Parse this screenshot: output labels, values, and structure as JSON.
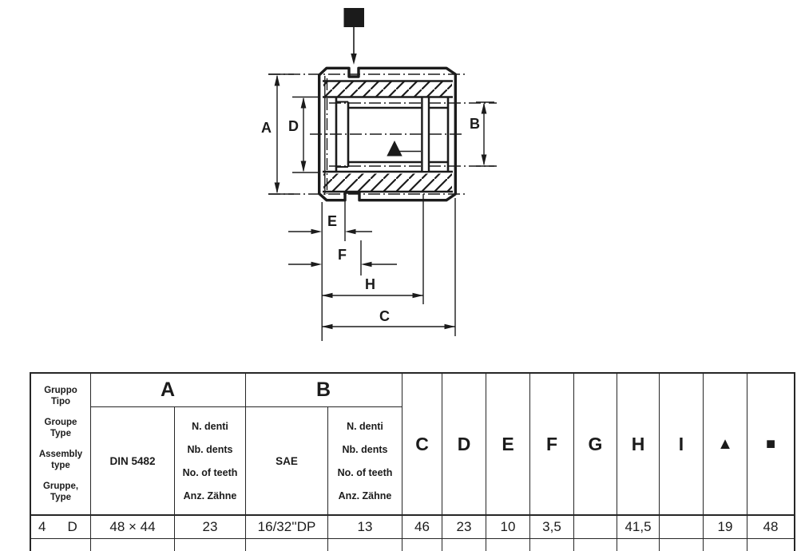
{
  "drawing": {
    "dim_labels": {
      "A": "A",
      "B": "B",
      "C": "C",
      "D": "D",
      "E": "E",
      "F": "F",
      "H": "H"
    },
    "markers": {
      "triangle": "▲",
      "square": "■"
    }
  },
  "table": {
    "group_header": [
      [
        "Gruppo",
        "Tipo"
      ],
      [
        "Groupe",
        "Type"
      ],
      [
        "Assembly",
        "type"
      ],
      [
        "Gruppe,",
        "Type"
      ]
    ],
    "col_a": {
      "letter": "A",
      "standard": "DIN 5482",
      "teeth_lines": [
        "N. denti",
        "Nb. dents",
        "No. of teeth",
        "Anz. Zähne"
      ]
    },
    "col_b": {
      "letter": "B",
      "standard": "SAE",
      "teeth_lines": [
        "N. denti",
        "Nb. dents",
        "No. of teeth",
        "Anz. Zähne"
      ]
    },
    "value_headers": [
      "C",
      "D",
      "E",
      "F",
      "G",
      "H",
      "I",
      "▲",
      "■"
    ],
    "row": {
      "group": "4",
      "type": "D",
      "a_din": "48 × 44",
      "a_teeth": "23",
      "b_sae": "16/32''DP",
      "b_teeth": "13",
      "C": "46",
      "D": "23",
      "E": "10",
      "F": "3,5",
      "G": "",
      "H": "41,5",
      "I": "",
      "triangle": "19",
      "square": "48"
    }
  }
}
